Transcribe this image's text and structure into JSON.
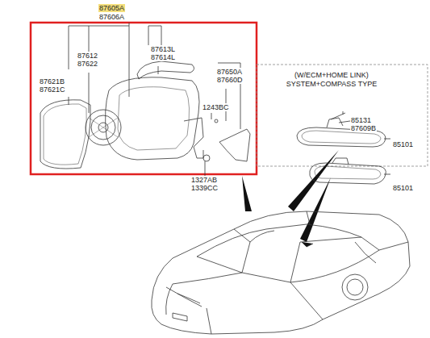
{
  "diagram": {
    "nodes": [
      {
        "text": [
          "(W/ECM+HOME LINK) SYSTEM+COMPASS TYPE",
          "85131",
          "87609B",
          "85101"
        ]
      }
    ],
    "labels": [
      "87605A",
      "87606A",
      "87612",
      "87622",
      "87613L",
      "87614L",
      "87621B",
      "87621C",
      "87650A",
      "87660D",
      "1243BC",
      "1327AB",
      "1339CC",
      "85101"
    ]
  }
}
